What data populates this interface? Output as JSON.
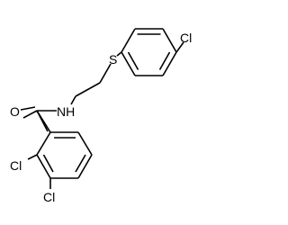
{
  "atoms": {
    "cl_top": "Cl",
    "s": "S",
    "nh": "NH",
    "o": "O",
    "cl_left": "Cl",
    "cl_bottom": "Cl"
  }
}
